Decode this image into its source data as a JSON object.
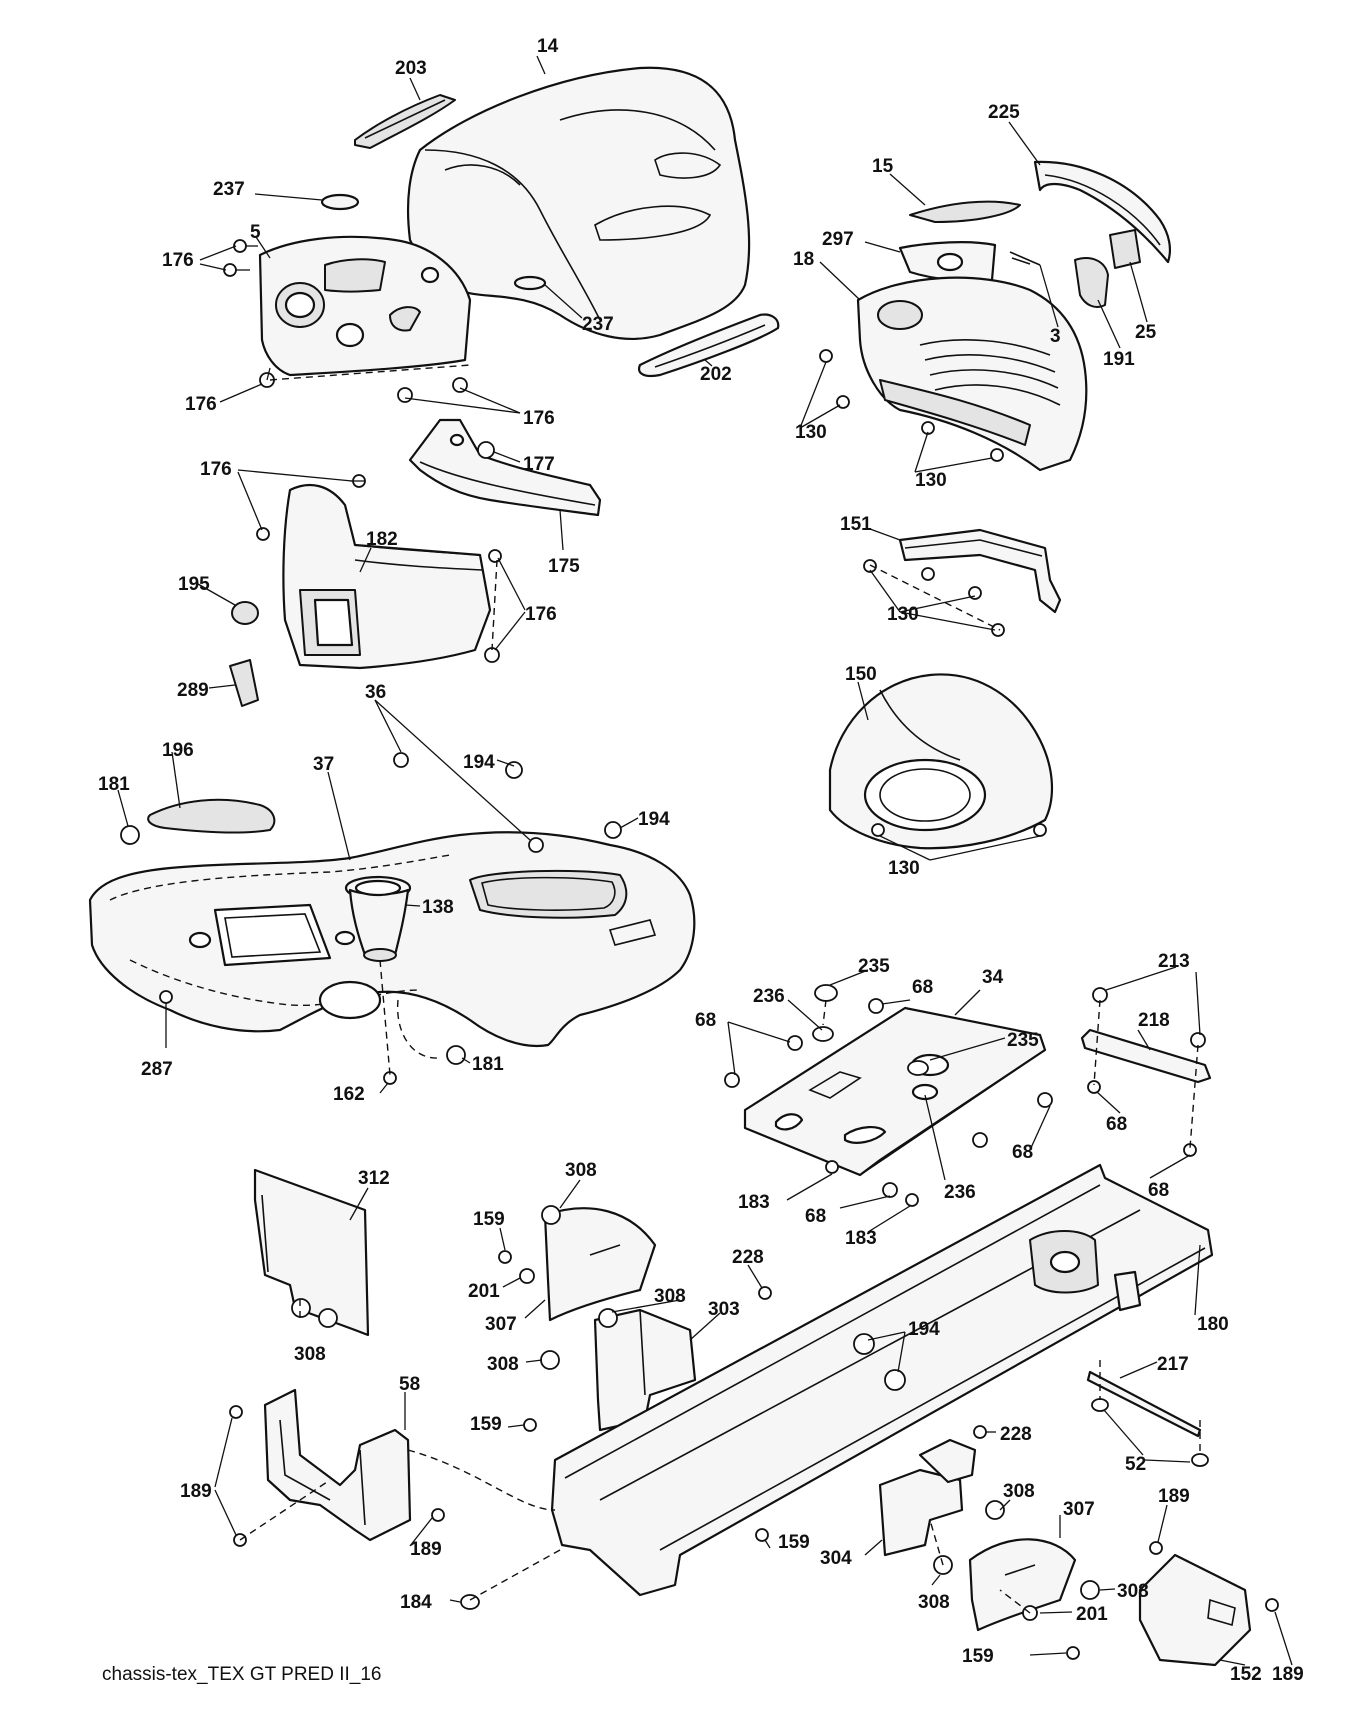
{
  "diagram": {
    "caption": "chassis-tex_TEX GT PRED II_16",
    "callouts": [
      {
        "id": "c14",
        "text": "14"
      },
      {
        "id": "c203",
        "text": "203"
      },
      {
        "id": "c225",
        "text": "225"
      },
      {
        "id": "c15",
        "text": "15"
      },
      {
        "id": "c237a",
        "text": "237"
      },
      {
        "id": "c5",
        "text": "5"
      },
      {
        "id": "c176a",
        "text": "176"
      },
      {
        "id": "c297",
        "text": "297"
      },
      {
        "id": "c18",
        "text": "18"
      },
      {
        "id": "c237b",
        "text": "237"
      },
      {
        "id": "c3",
        "text": "3"
      },
      {
        "id": "c25",
        "text": "25"
      },
      {
        "id": "c191",
        "text": "191"
      },
      {
        "id": "c202",
        "text": "202"
      },
      {
        "id": "c176b",
        "text": "176"
      },
      {
        "id": "c130a",
        "text": "130"
      },
      {
        "id": "c176c",
        "text": "176"
      },
      {
        "id": "c177",
        "text": "177"
      },
      {
        "id": "c130b",
        "text": "130"
      },
      {
        "id": "c176d",
        "text": "176"
      },
      {
        "id": "c151",
        "text": "151"
      },
      {
        "id": "c182",
        "text": "182"
      },
      {
        "id": "c175",
        "text": "175"
      },
      {
        "id": "c195",
        "text": "195"
      },
      {
        "id": "c176e",
        "text": "176"
      },
      {
        "id": "c130c",
        "text": "130"
      },
      {
        "id": "c289",
        "text": "289"
      },
      {
        "id": "c150",
        "text": "150"
      },
      {
        "id": "c36",
        "text": "36"
      },
      {
        "id": "c196",
        "text": "196"
      },
      {
        "id": "c37",
        "text": "37"
      },
      {
        "id": "c194a",
        "text": "194"
      },
      {
        "id": "c181a",
        "text": "181"
      },
      {
        "id": "c194b",
        "text": "194"
      },
      {
        "id": "c130d",
        "text": "130"
      },
      {
        "id": "c138",
        "text": "138"
      },
      {
        "id": "c235a",
        "text": "235"
      },
      {
        "id": "c213",
        "text": "213"
      },
      {
        "id": "c236a",
        "text": "236"
      },
      {
        "id": "c68a",
        "text": "68"
      },
      {
        "id": "c34",
        "text": "34"
      },
      {
        "id": "c287",
        "text": "287"
      },
      {
        "id": "c218",
        "text": "218"
      },
      {
        "id": "c68b",
        "text": "68"
      },
      {
        "id": "c235b",
        "text": "235"
      },
      {
        "id": "c181b",
        "text": "181"
      },
      {
        "id": "c162",
        "text": "162"
      },
      {
        "id": "c68c",
        "text": "68"
      },
      {
        "id": "c68d",
        "text": "68"
      },
      {
        "id": "c312",
        "text": "312"
      },
      {
        "id": "c308a",
        "text": "308"
      },
      {
        "id": "c236b",
        "text": "236"
      },
      {
        "id": "c68e",
        "text": "68"
      },
      {
        "id": "c183a",
        "text": "183"
      },
      {
        "id": "c68f",
        "text": "68"
      },
      {
        "id": "c159a",
        "text": "159"
      },
      {
        "id": "c183b",
        "text": "183"
      },
      {
        "id": "c228a",
        "text": "228"
      },
      {
        "id": "c201a",
        "text": "201"
      },
      {
        "id": "c308b",
        "text": "308"
      },
      {
        "id": "c180",
        "text": "180"
      },
      {
        "id": "c307a",
        "text": "307"
      },
      {
        "id": "c303",
        "text": "303"
      },
      {
        "id": "c308c",
        "text": "308"
      },
      {
        "id": "c194c",
        "text": "194"
      },
      {
        "id": "c308d",
        "text": "308"
      },
      {
        "id": "c217",
        "text": "217"
      },
      {
        "id": "c58",
        "text": "58"
      },
      {
        "id": "c159b",
        "text": "159"
      },
      {
        "id": "c228b",
        "text": "228"
      },
      {
        "id": "c52",
        "text": "52"
      },
      {
        "id": "c189a",
        "text": "189"
      },
      {
        "id": "c308e",
        "text": "308"
      },
      {
        "id": "c189b",
        "text": "189"
      },
      {
        "id": "c307b",
        "text": "307"
      },
      {
        "id": "c189c",
        "text": "189"
      },
      {
        "id": "c159c",
        "text": "159"
      },
      {
        "id": "c304",
        "text": "304"
      },
      {
        "id": "c308f",
        "text": "308"
      },
      {
        "id": "c184",
        "text": "184"
      },
      {
        "id": "c308g",
        "text": "308"
      },
      {
        "id": "c201b",
        "text": "201"
      },
      {
        "id": "c159d",
        "text": "159"
      },
      {
        "id": "c152",
        "text": "152"
      },
      {
        "id": "c189d",
        "text": "189"
      }
    ]
  }
}
